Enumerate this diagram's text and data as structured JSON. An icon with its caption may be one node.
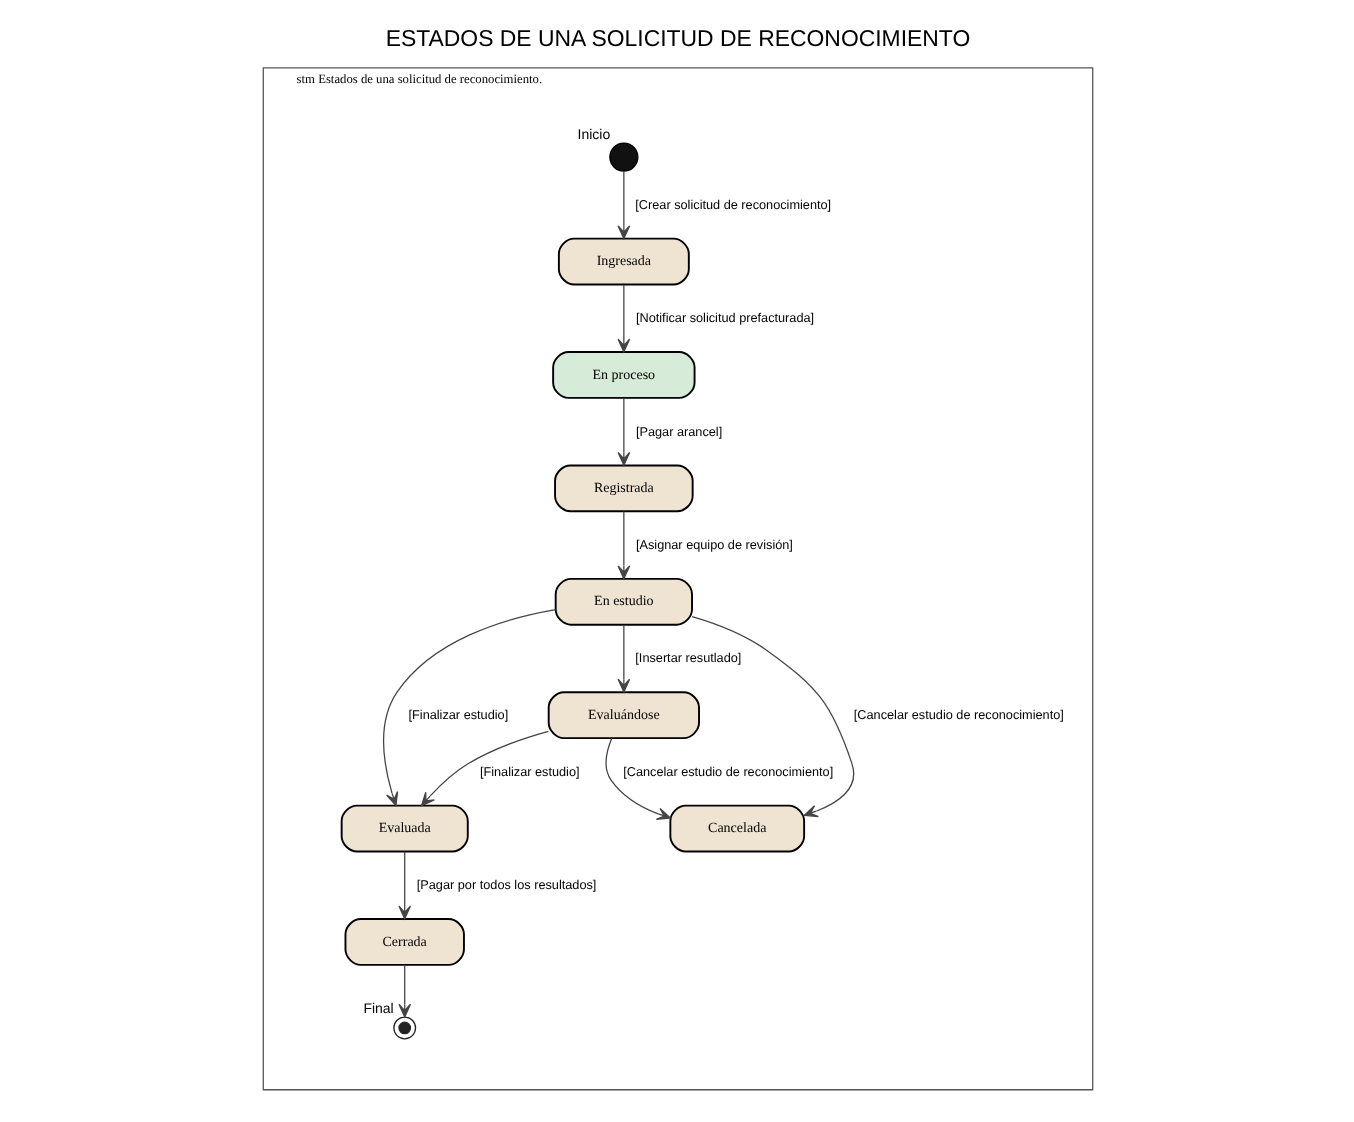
{
  "diagram": {
    "title": "ESTADOS DE UNA SOLICITUD DE RECONOCIMIENTO",
    "nodes": [
      {
        "text": [
          "stm Estados de una solicitud de reconocimiento."
        ]
      },
      {
        "text": [],
        "shape": "circle",
        "beside": [
          "Inicio"
        ],
        "in": 0
      },
      {
        "text": [
          "Ingresada"
        ],
        "in": 0
      },
      {
        "text": [
          "En proceso"
        ],
        "in": 0
      },
      {
        "text": [
          "Registrada"
        ],
        "in": 0
      },
      {
        "text": [
          "En estudio"
        ],
        "in": 0
      },
      {
        "text": [
          "Evaluándose"
        ],
        "in": 0
      },
      {
        "text": [
          "Evaluada"
        ],
        "in": 0
      },
      {
        "text": [
          "Cerrada"
        ],
        "in": 0
      },
      {
        "text": [],
        "shape": "circle",
        "beside": [
          "Final"
        ],
        "in": 0
      },
      {
        "text": [
          "Cancelada"
        ],
        "in": 0
      }
    ],
    "edges": [
      {
        "from": 1,
        "to": 2,
        "arrow": "to",
        "label": "[Crear solicitud de reconocimiento]"
      },
      {
        "from": 2,
        "to": 3,
        "arrow": "to",
        "label": "[Notificar solicitud prefacturada]"
      },
      {
        "from": 3,
        "to": 4,
        "arrow": "to",
        "label": "[Pagar arancel]"
      },
      {
        "from": 4,
        "to": 5,
        "arrow": "to",
        "label": "[Asignar equipo de revisión]"
      },
      {
        "from": 5,
        "to": 7,
        "arrow": "to",
        "label": "[Finalizar estudio]"
      },
      {
        "from": 5,
        "to": 6,
        "arrow": "to",
        "label": "[Insertar resutlado]"
      },
      {
        "from": 6,
        "to": 7,
        "arrow": "to",
        "label": "[Finalizar estudio]"
      },
      {
        "from": 7,
        "to": 8,
        "arrow": "to",
        "label": "[Pagar por todos los resultados]"
      },
      {
        "from": 8,
        "to": 9,
        "arrow": "to"
      },
      {
        "from": 5,
        "to": 10,
        "arrow": "to",
        "label": "[Cancelar estudio de reconocimiento]"
      },
      {
        "from": 6,
        "to": 10,
        "arrow": "to",
        "label": "[Cancelar estudio de reconocimiento]"
      }
    ]
  }
}
